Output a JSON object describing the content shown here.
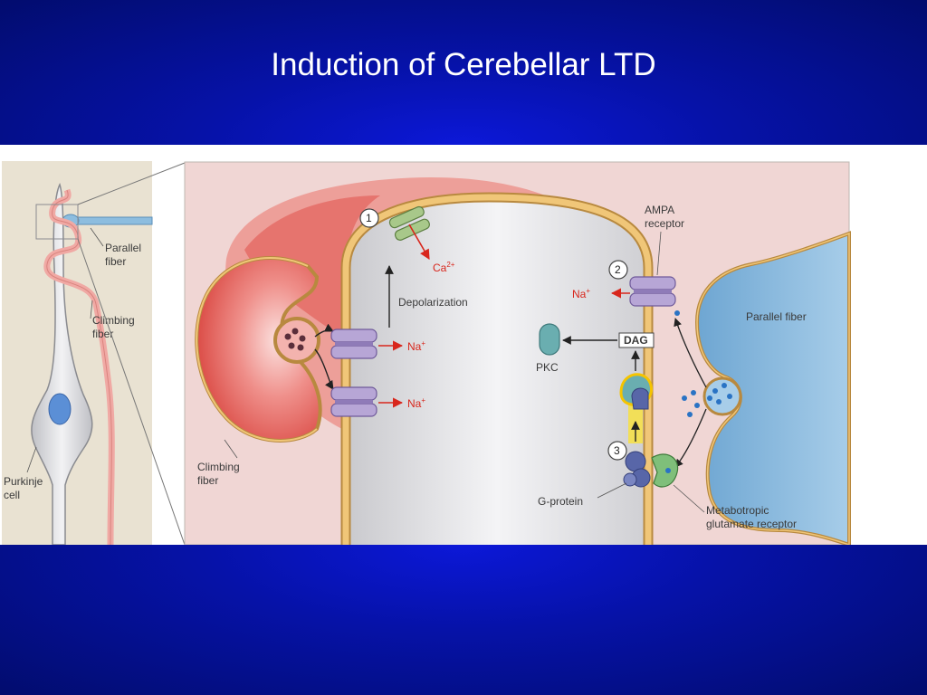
{
  "slide": {
    "title": "Induction of Cerebellar LTD"
  },
  "overview": {
    "parallel_fiber": [
      "Parallel",
      "fiber"
    ],
    "climbing_fiber": [
      "Climbing",
      "fiber"
    ],
    "purkinje_cell": [
      "Purkinje",
      "cell"
    ]
  },
  "detail": {
    "step_1": "1",
    "step_2": "2",
    "step_3": "3",
    "ca": "Ca",
    "ca_sup": "2+",
    "depolarization": "Depolarization",
    "na": "Na",
    "na_sup": "+",
    "ampa_receptor": [
      "AMPA",
      "receptor"
    ],
    "parallel_fiber": "Parallel fiber",
    "dag": "DAG",
    "pkc": "PKC",
    "climbing_fiber": [
      "Climbing",
      "fiber"
    ],
    "g_protein": "G-protein",
    "metabotropic_receptor": [
      "Metabotropic",
      "glutamate receptor"
    ]
  },
  "colors": {
    "slide_background": "#0612a8",
    "title_text": "#ffffff",
    "overview_background": "#e9e2d2",
    "detail_background": "#f0d6d4",
    "membrane": "#e3b56a",
    "climbing_fiber": "#e6564f",
    "parallel_fiber": "#8dbddf",
    "arrow_red": "#d8261c",
    "channel_purple": "#b7a6d6",
    "receptor_blue": "#5866a8",
    "glutamate_dot": "#2a73c4"
  }
}
